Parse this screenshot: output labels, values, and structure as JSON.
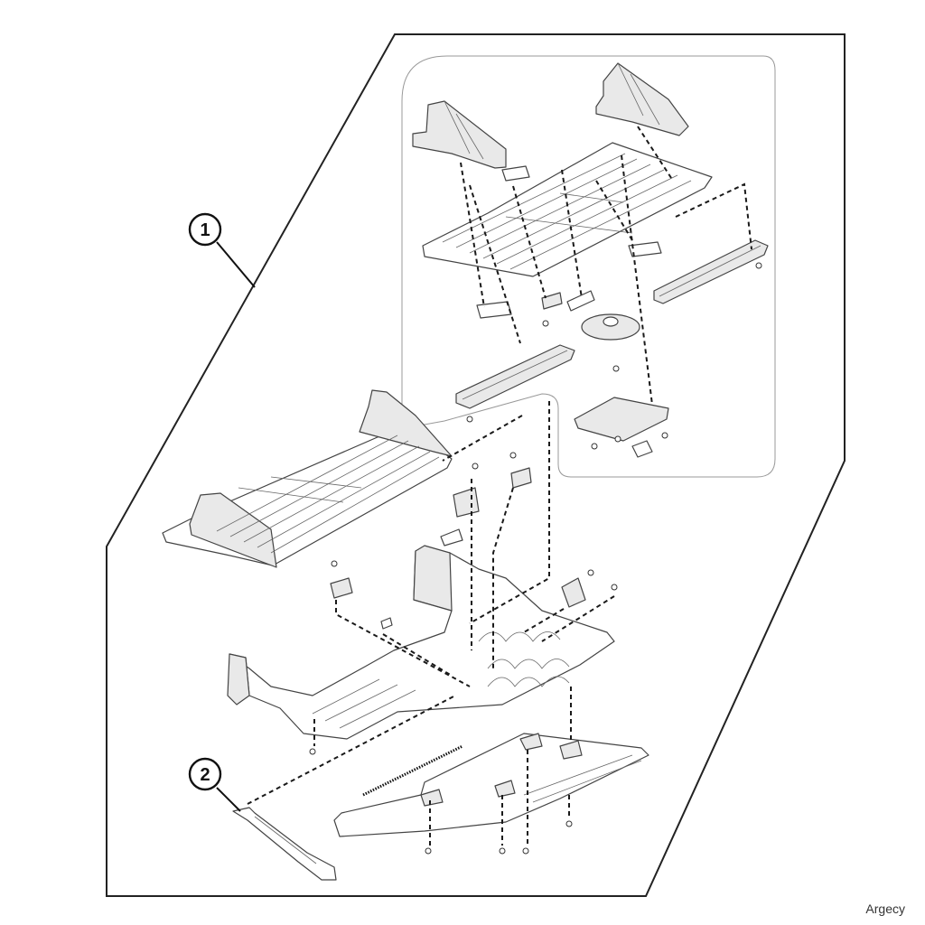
{
  "callouts": [
    {
      "id": "1",
      "label": "1"
    },
    {
      "id": "2",
      "label": "2"
    }
  ],
  "watermark": "Argecy",
  "colors": {
    "line": "#1a1a1a",
    "part_fill": "#ffffff",
    "shade": "#e9e9e9"
  }
}
